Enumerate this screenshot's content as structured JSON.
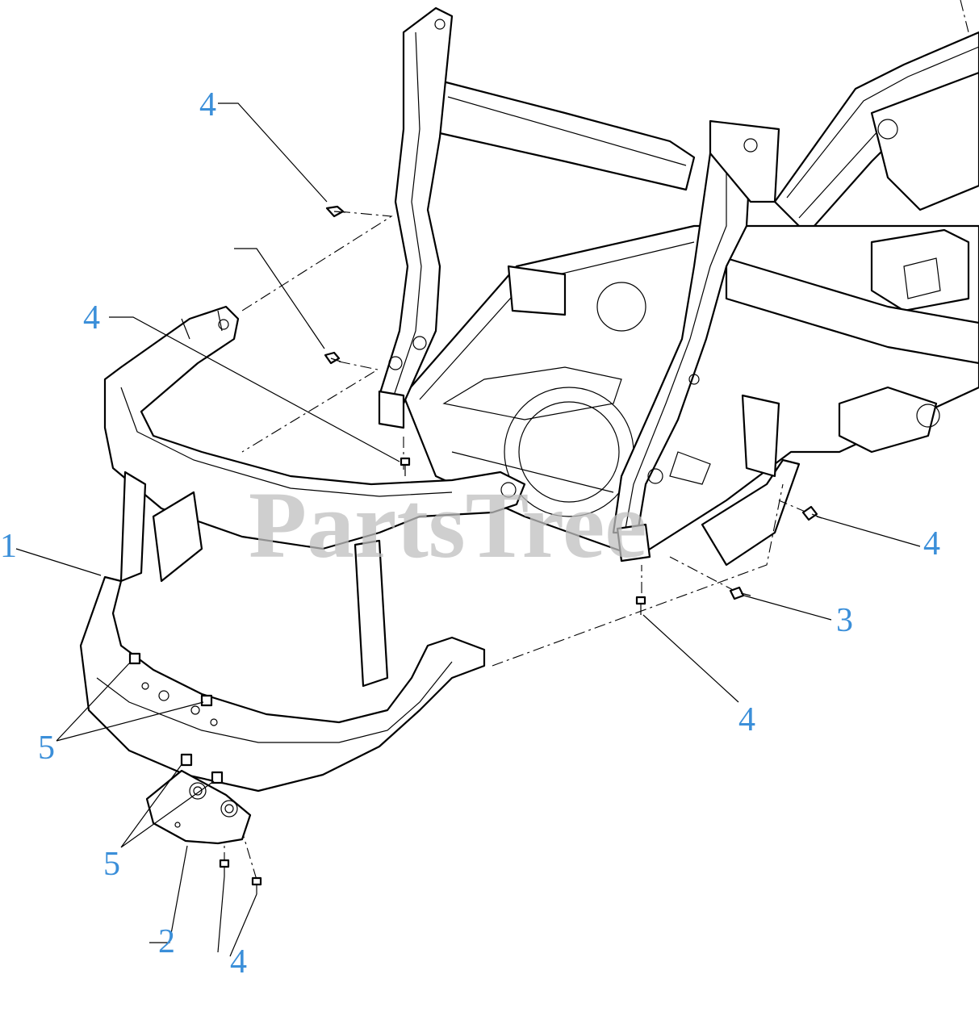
{
  "watermark": "PartsTree",
  "accent_color": "#3b8fd9",
  "callouts": {
    "c1": "1",
    "c2": "2",
    "c3": "3",
    "c4a": "4",
    "c4b": "4",
    "c4c": "4",
    "c4d": "4",
    "c4e": "4",
    "c5a": "5",
    "c5b": "5"
  }
}
